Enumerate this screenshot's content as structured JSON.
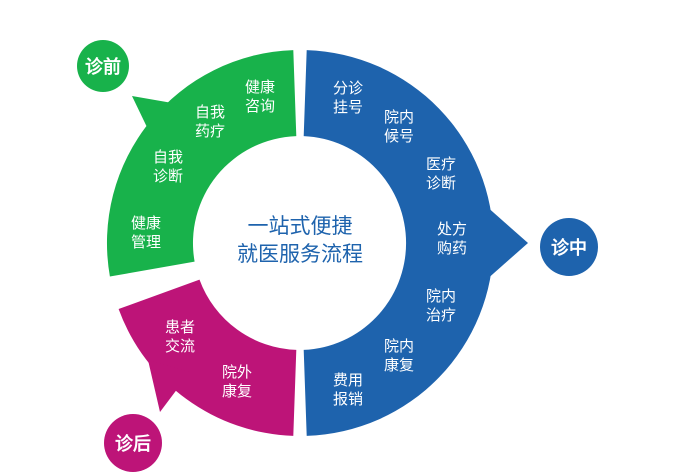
{
  "center": {
    "line1": "一站式便捷",
    "line2": "就医服务流程"
  },
  "badges": {
    "before": "诊前",
    "during": "诊中",
    "after": "诊后"
  },
  "colors": {
    "before": "#18b24b",
    "during": "#1e63ad",
    "after": "#bd1478"
  },
  "steps": {
    "health_consult": [
      "健康",
      "咨询"
    ],
    "self_medicate": [
      "自我",
      "药疗"
    ],
    "self_diagnose": [
      "自我",
      "诊断"
    ],
    "health_manage": [
      "健康",
      "管理"
    ],
    "triage_register": [
      "分诊",
      "挂号"
    ],
    "queue": [
      "院内",
      "候号"
    ],
    "diagnosis": [
      "医疗",
      "诊断"
    ],
    "prescription": [
      "处方",
      "购药"
    ],
    "treatment": [
      "院内",
      "治疗"
    ],
    "rehab_in": [
      "院内",
      "康复"
    ],
    "reimburse": [
      "费用",
      "报销"
    ],
    "patient_exchange": [
      "患者",
      "交流"
    ],
    "rehab_out": [
      "院外",
      "康复"
    ]
  }
}
